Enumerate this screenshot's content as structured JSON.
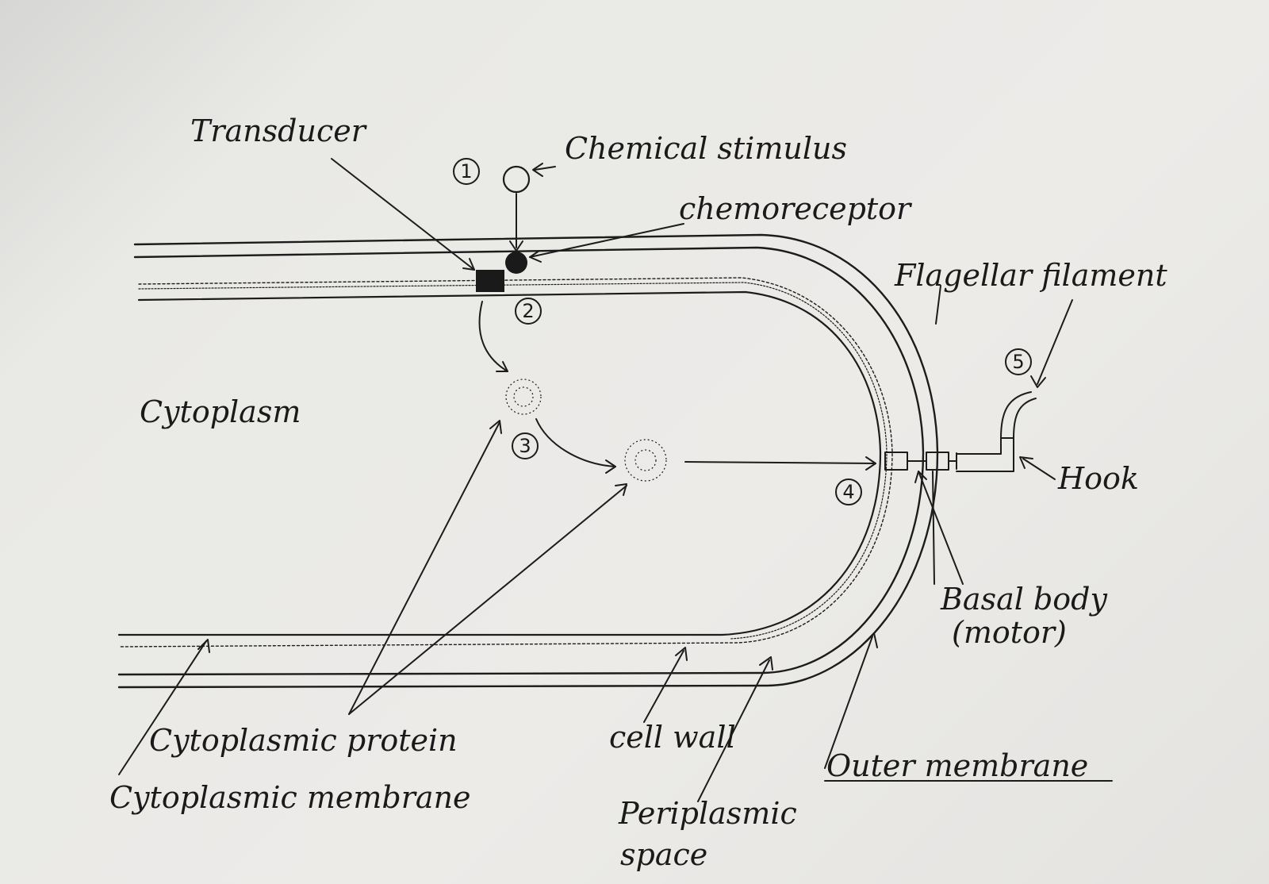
{
  "labels": {
    "transducer": "Transducer",
    "chemical_stimulus": "Chemical stimulus",
    "chemoreceptor": "chemoreceptor",
    "flagellar_filament": "Flagellar filament",
    "cytoplasm": "Cytoplasm",
    "hook": "Hook",
    "basal_body": "Basal body",
    "basal_body_motor": "(motor)",
    "cytoplasmic_protein": "Cytoplasmic protein",
    "cytoplasmic_membrane": "Cytoplasmic membrane",
    "cell_wall": "cell wall",
    "periplasmic_line1": "Periplasmic",
    "periplasmic_line2": "space",
    "outer_membrane": "Outer membrane"
  },
  "steps": [
    "1",
    "2",
    "3",
    "4",
    "5"
  ],
  "colors": {
    "ink": "#1c1c1c",
    "paper": "#ecebe8"
  }
}
